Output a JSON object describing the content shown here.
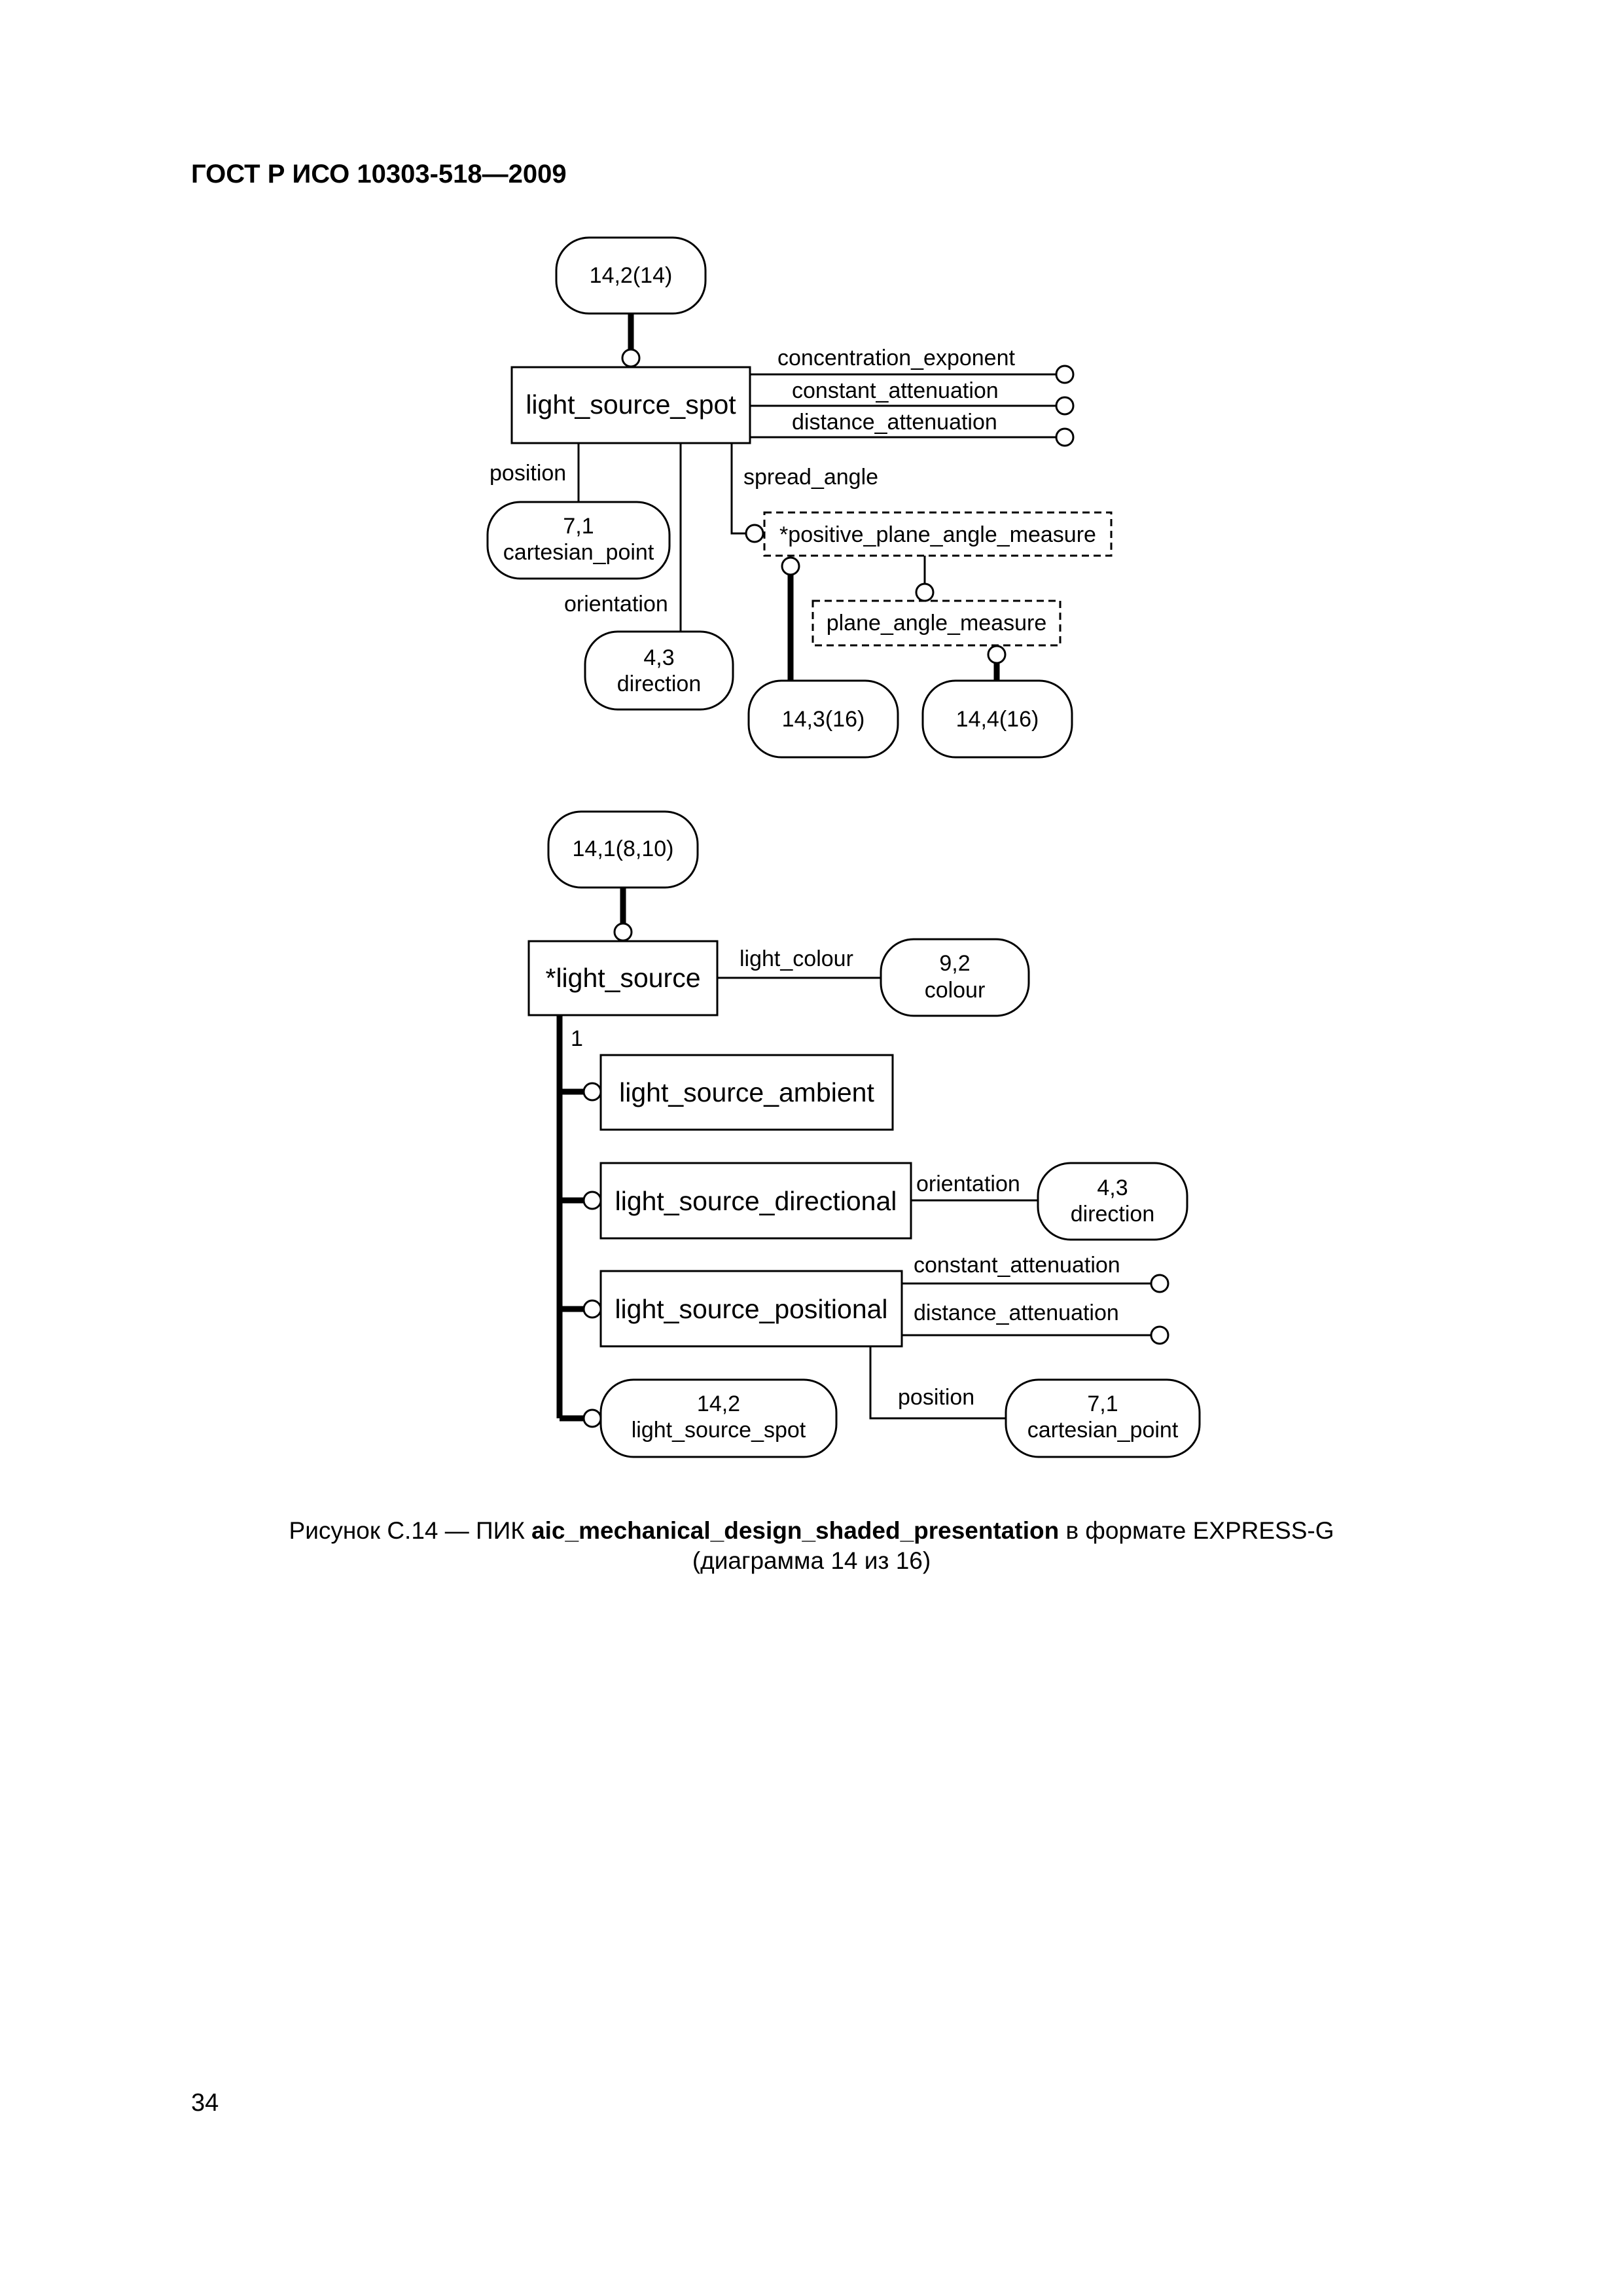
{
  "header": {
    "standard": "ГОСТ Р ИСО 10303-518—2009"
  },
  "diagram1": {
    "ref_top": "14,2(14)",
    "entity": "light_source_spot",
    "attrs": [
      "concentration_exponent",
      "constant_attenuation",
      "distance_attenuation"
    ],
    "position_label": "position",
    "position_ref": [
      "7,1",
      "cartesian_point"
    ],
    "orientation_label": "orientation",
    "orientation_ref": [
      "4,3",
      "direction"
    ],
    "spread_label": "spread_angle",
    "type_positive": "*positive_plane_angle_measure",
    "type_plane": "plane_angle_measure",
    "ref_a": "14,3(16)",
    "ref_b": "14,4(16)"
  },
  "diagram2": {
    "ref_top": "14,1(8,10)",
    "entity": "*light_source",
    "colour_label": "light_colour",
    "colour_ref": [
      "9,2",
      "colour"
    ],
    "subtype_one": "1",
    "ambient": "light_source_ambient",
    "directional": "light_source_directional",
    "dir_orientation_label": "orientation",
    "dir_ref": [
      "4,3",
      "direction"
    ],
    "positional": "light_source_positional",
    "pos_attrs": [
      "constant_attenuation",
      "distance_attenuation"
    ],
    "pos_position_label": "position",
    "pos_ref": [
      "7,1",
      "cartesian_point"
    ],
    "spot_ref": [
      "14,2",
      "light_source_spot"
    ]
  },
  "caption": {
    "prefix": "Рисунок  С.14 — ПИК ",
    "name": "aic_mechanical_design_shaded_presentation",
    "suffix": " в формате EXPRESS-G",
    "line2": "(диаграмма 14 из 16)"
  },
  "page": {
    "number": "34"
  }
}
